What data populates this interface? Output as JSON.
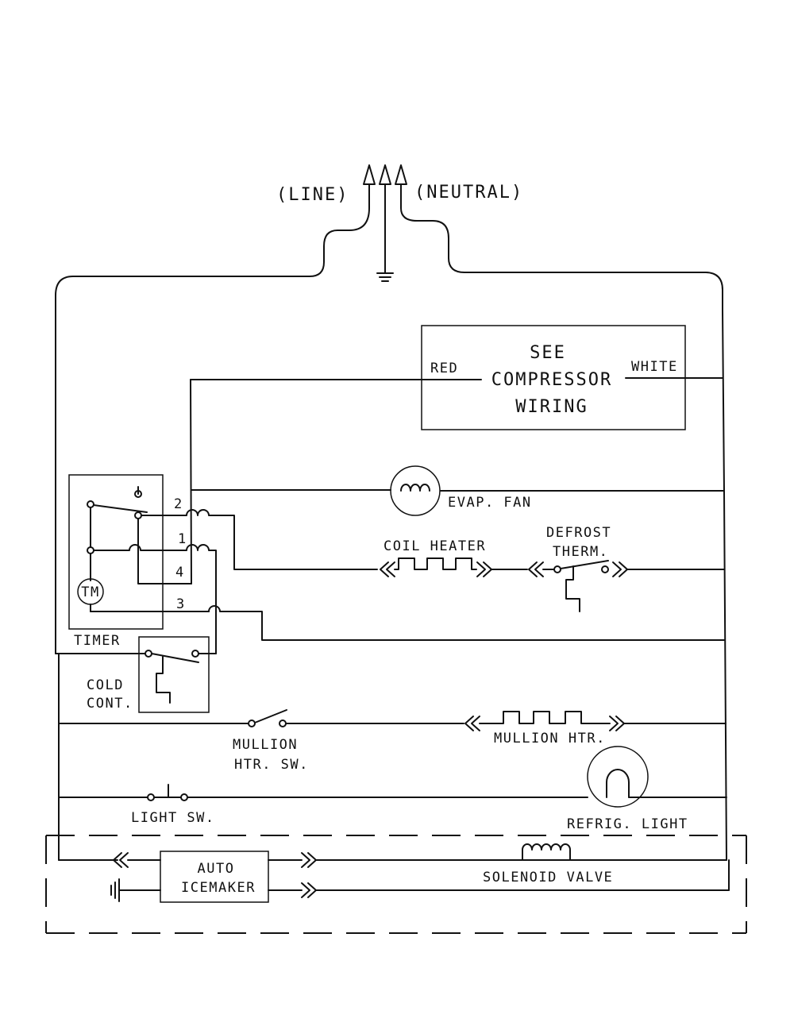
{
  "power": {
    "line": "(LINE)",
    "neutral": "(NEUTRAL)"
  },
  "compressor": {
    "left_wire": "RED",
    "right_wire": "WHITE",
    "lines": [
      "SEE",
      "COMPRESSOR",
      "WIRING"
    ]
  },
  "timer": {
    "label": "TIMER",
    "motor": "TM",
    "terminals": {
      "t1": "1",
      "t2": "2",
      "t3": "3",
      "t4": "4"
    }
  },
  "cold_control": {
    "lines": [
      "COLD",
      "CONT."
    ]
  },
  "evap_fan": {
    "label": "EVAP. FAN"
  },
  "coil_heater": {
    "label": "COIL HEATER"
  },
  "defrost_therm": {
    "lines": [
      "DEFROST",
      "THERM."
    ]
  },
  "mullion_switch": {
    "lines": [
      "MULLION",
      "HTR. SW."
    ]
  },
  "mullion_heater": {
    "label": "MULLION HTR."
  },
  "light_switch": {
    "label": "LIGHT SW."
  },
  "refrig_light": {
    "label": "REFRIG. LIGHT"
  },
  "icemaker": {
    "lines": [
      "AUTO",
      "ICEMAKER"
    ]
  },
  "solenoid": {
    "label": "SOLENOID VALVE"
  }
}
